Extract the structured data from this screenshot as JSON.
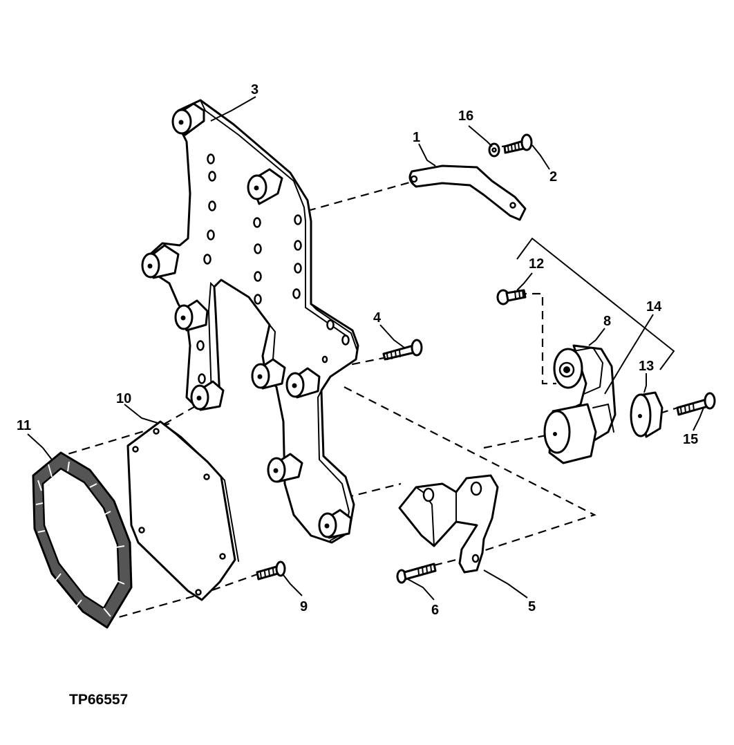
{
  "figure_id": "TP66557",
  "callouts": [
    "1",
    "2",
    "3",
    "4",
    "5",
    "6",
    "8",
    "9",
    "10",
    "11",
    "12",
    "13",
    "14",
    "15",
    "16"
  ]
}
